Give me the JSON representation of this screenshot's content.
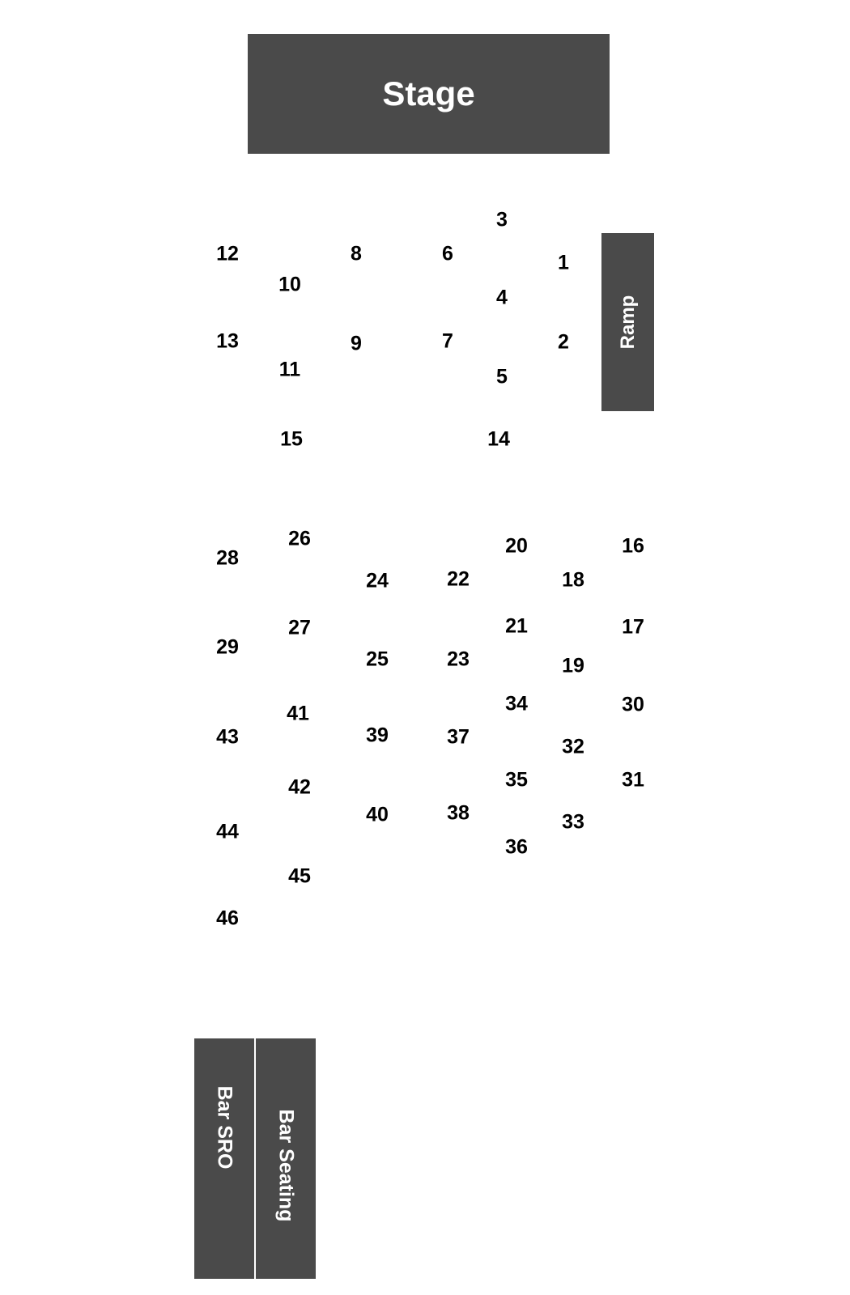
{
  "map": {
    "block_color": "#4a4a4a",
    "label_color": "#ffffff",
    "stage": {
      "label": "Stage"
    },
    "ramp": {
      "label": "Ramp"
    },
    "bar_sro": {
      "label": "Bar SRO"
    },
    "bar_seating": {
      "label": "Bar Seating"
    },
    "tables": [
      "1",
      "2",
      "3",
      "4",
      "5",
      "6",
      "7",
      "8",
      "9",
      "10",
      "11",
      "12",
      "13",
      "14",
      "15",
      "16",
      "17",
      "18",
      "19",
      "20",
      "21",
      "22",
      "23",
      "24",
      "25",
      "26",
      "27",
      "28",
      "29",
      "30",
      "31",
      "32",
      "33",
      "34",
      "35",
      "36",
      "37",
      "38",
      "39",
      "40",
      "41",
      "42",
      "43",
      "44",
      "45",
      "46"
    ]
  }
}
